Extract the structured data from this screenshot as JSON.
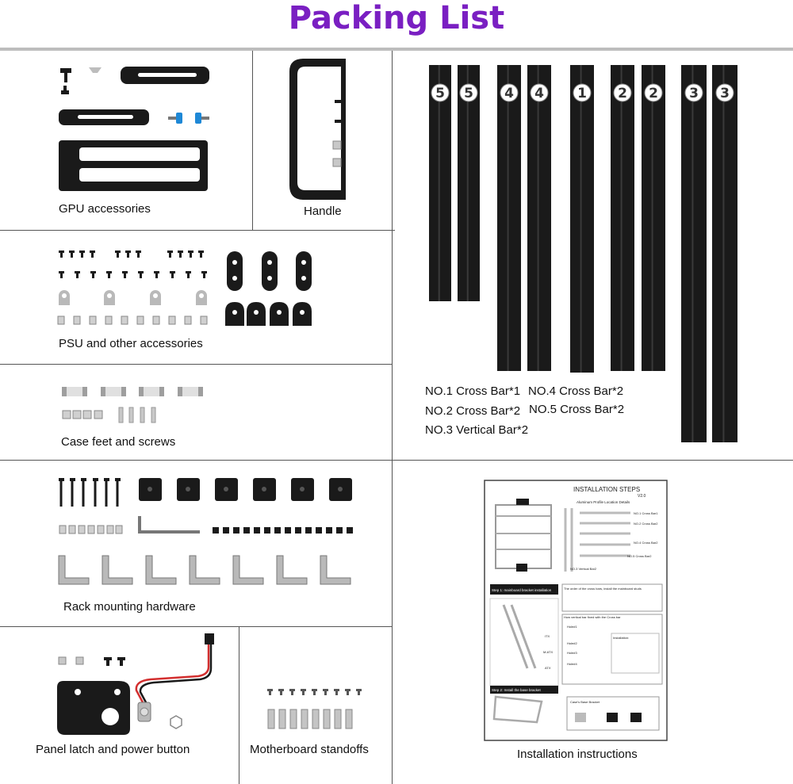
{
  "title": "Packing List",
  "colors": {
    "title": "#7a1fc2",
    "metal": "#1a1a1a",
    "silver": "#b9b9b9",
    "accent_blue": "#1e88d6",
    "cable_red": "#d32f2f"
  },
  "sections": {
    "gpu": "GPU accessories",
    "handle": "Handle",
    "psu": "PSU and other  accessories",
    "feet": "Case feet and screws",
    "rack": "Rack mounting hardware",
    "latch": "Panel latch and power button",
    "standoffs": "Motherboard standoffs",
    "instructions": "Installation instructions"
  },
  "bars": {
    "badges": [
      "5",
      "5",
      "4",
      "4",
      "1",
      "2",
      "2",
      "3",
      "3"
    ],
    "labels": {
      "no1": "NO.1 Cross Bar*1",
      "no2": "NO.2 Cross Bar*2",
      "no3": "NO.3 Vertical Bar*2",
      "no4": "NO.4 Cross Bar*2",
      "no5": "NO.5 Cross Bar*2"
    }
  },
  "manual": {
    "heading": "INSTALLATION STEPS",
    "version": "V2.0",
    "subheading": "Aluminum Profile Location Details",
    "step1": "Step 1: mainboard bracket installation",
    "step2": "Step 2: Install the base bracket",
    "note1": "The order of the cross bars, install the mainboard studs",
    "note2": "How vertical bar fixed with the Cross bar",
    "installation": "Installation:",
    "base": "Case's Base Bracket",
    "hole1": "Hole#1",
    "hole2": "Hole#2",
    "hole3": "Hole#3",
    "hole4": "Hole#4",
    "itx": "ITX",
    "matx": "M-ATX",
    "atx": "ATX",
    "r1": "NO.1 Cross Bar1",
    "r2": "NO.2 Cross Bar2",
    "r4": "NO.4 Cross Bar2",
    "r5": "NO.5 Cross Bar2",
    "r3": "NO.3 Vertical Bar2"
  }
}
